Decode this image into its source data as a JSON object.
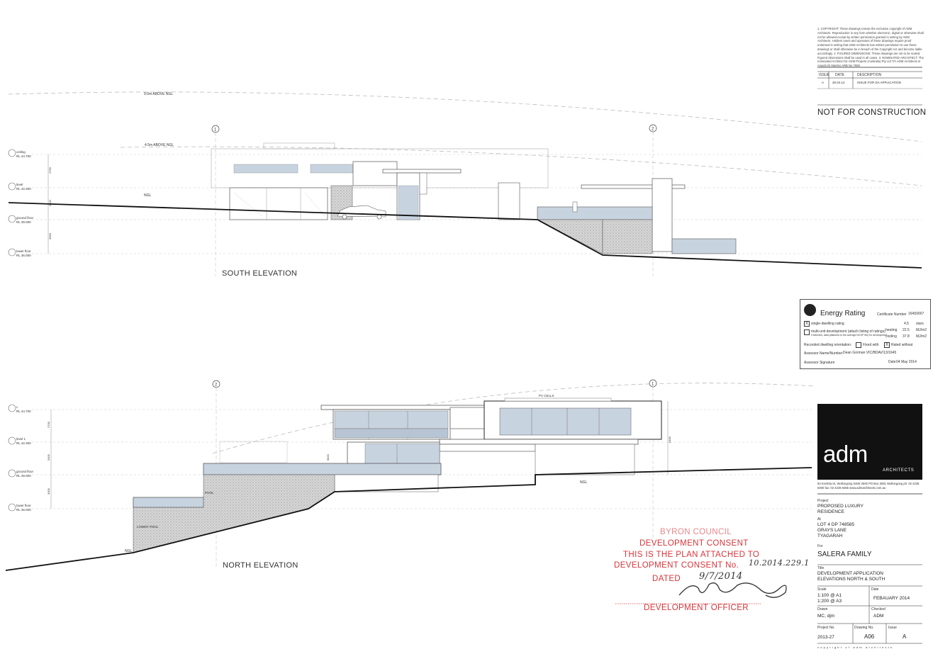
{
  "drawing": {
    "south_elevation_label": "SOUTH ELEVATION",
    "north_elevation_label": "NORTH ELEVATION",
    "height_9m": "9.0m ABOVE NGL",
    "height_4_5m": "4.5m ABOVE NGL",
    "ngl": "NGL",
    "grid_1": "1",
    "grid_2": "2",
    "pv_cells": "PV CELLS",
    "pool": "POOL",
    "lower_pool": "LOWER POOL",
    "south_levels": [
      {
        "name": "ceiling",
        "rl": "RL 44.700"
      },
      {
        "name": "level",
        "rl": "RL 42.300"
      },
      {
        "name": "ground floor",
        "rl": "RL 39.000"
      },
      {
        "name": "lower floor",
        "rl": "RL 36.000"
      }
    ],
    "north_levels": [
      {
        "name": "c",
        "rl": "RL 44.700"
      },
      {
        "name": "level 1",
        "rl": "RL 42.300"
      },
      {
        "name": "ground floor",
        "rl": "RL 39.000"
      },
      {
        "name": "lower floor",
        "rl": "RL 36.000"
      }
    ],
    "dims": [
      "2700",
      "3300",
      "3000"
    ],
    "dim_north_mid": "6820",
    "dim_north_right": "6460"
  },
  "title_block": {
    "copyright_text": "1. COPYRIGHT: These drawings remain the exclusive copyright of ADM Architects. Reproduction in any form whether electronic, digital or otherwise shall not be allowed except by written permission granted in writing by ADM Architects. Holders users and operators of these drawings require proof endorsed in writing that ADM Architects has written permission to use these drawings or shall otherwise be in breach of the Copyright Act and become liable accordingly. 2. FIGURED DIMENSIONS: These drawings are not to be scaled. Figured dimensions shall be used in all cases. 3. NOMINATED ARCHITECT: The nominated Architect for ADM Projects (Australia) Pty Ltd T/A ADM Architects is Angelo Di Martino ARB No 7608",
    "issue_headers": [
      "ISSUE",
      "DATE",
      "DESCRIPTION"
    ],
    "issue_row": [
      "A",
      "30.04.14",
      "ISSUE FOR DA APPLICATION"
    ],
    "not_for_construction": "NOT FOR CONSTRUCTION",
    "firm_word": "adm",
    "firm_sub": "ARCHITECTS",
    "address": "94 Kembla St, Wollongong NSW 2500 PO Box 3061 Wollongong ph: 02 4228 6400 fax: 02 4228 6455 www.admarchitects.com.au",
    "project_label": "Project",
    "project_value": "PROPOSED LUXURY RESIDENCE",
    "at_label": "At",
    "at_value": "LOT 4 DP 748585 GRAYS LANE TYAGARAH",
    "for_label": "For",
    "for_value": "SALERA FAMILY",
    "title_label": "Title",
    "title_value": "DEVELOPMENT APPLICATION ELEVATIONS NORTH & SOUTH",
    "scale_label": "Scale",
    "scale_value": "1:100 @ A1 1:200 @ A3",
    "date_label": "Date",
    "date_value": "FEBAUARY 2014",
    "drawn_label": "Drawn",
    "drawn_value": "MC, djm",
    "checked_label": "Checked",
    "checked_value": "ADM",
    "project_no_label": "Project No.",
    "project_no_value": "2013-27",
    "drawing_no_label": "Drawing No.",
    "drawing_no_value": "A06",
    "issue_label": "Issue",
    "issue_value": "A",
    "footer": "copyright of adm architects"
  },
  "energy_rating": {
    "title": "Energy Rating",
    "certificate_label": "Certificate Number",
    "certificate_value": "16450007",
    "single_label": "single-dwelling rating",
    "single_checked": "X",
    "stars_value": "4.5",
    "stars_unit": "stars",
    "multi_label": "multi-unit development (attach listing of ratings)",
    "multi_note": "if selected, data (attached to the average NCOP file) for development",
    "heating_label": "heating",
    "heating_value": "22.5",
    "heating_unit": "MJ/m2",
    "cooling_label": "cooling",
    "cooling_value": "37.8",
    "cooling_unit": "MJ/m2",
    "orientation_label": "Recorded dwelling orientation:",
    "fixed_label": "Fixed with",
    "rated_label": "Rated without",
    "rated_checked": "X",
    "assessor_label": "Assessor Name/Number",
    "assessor_value": "Dean Gorman VIC/BDAV/13/1645",
    "signature_label": "Assessor Signature",
    "date_label": "Date",
    "date_value": "04 May 2014"
  },
  "consent_stamp": {
    "line1": "BYRON COUNCIL",
    "line2": "DEVELOPMENT CONSENT",
    "line3": "THIS IS THE PLAN ATTACHED TO",
    "line4": "DEVELOPMENT CONSENT No.",
    "consent_no": "10.2014.229.1",
    "dated_label": "DATED",
    "dated_value": "9/7/2014",
    "officer_label": "DEVELOPMENT OFFICER"
  }
}
